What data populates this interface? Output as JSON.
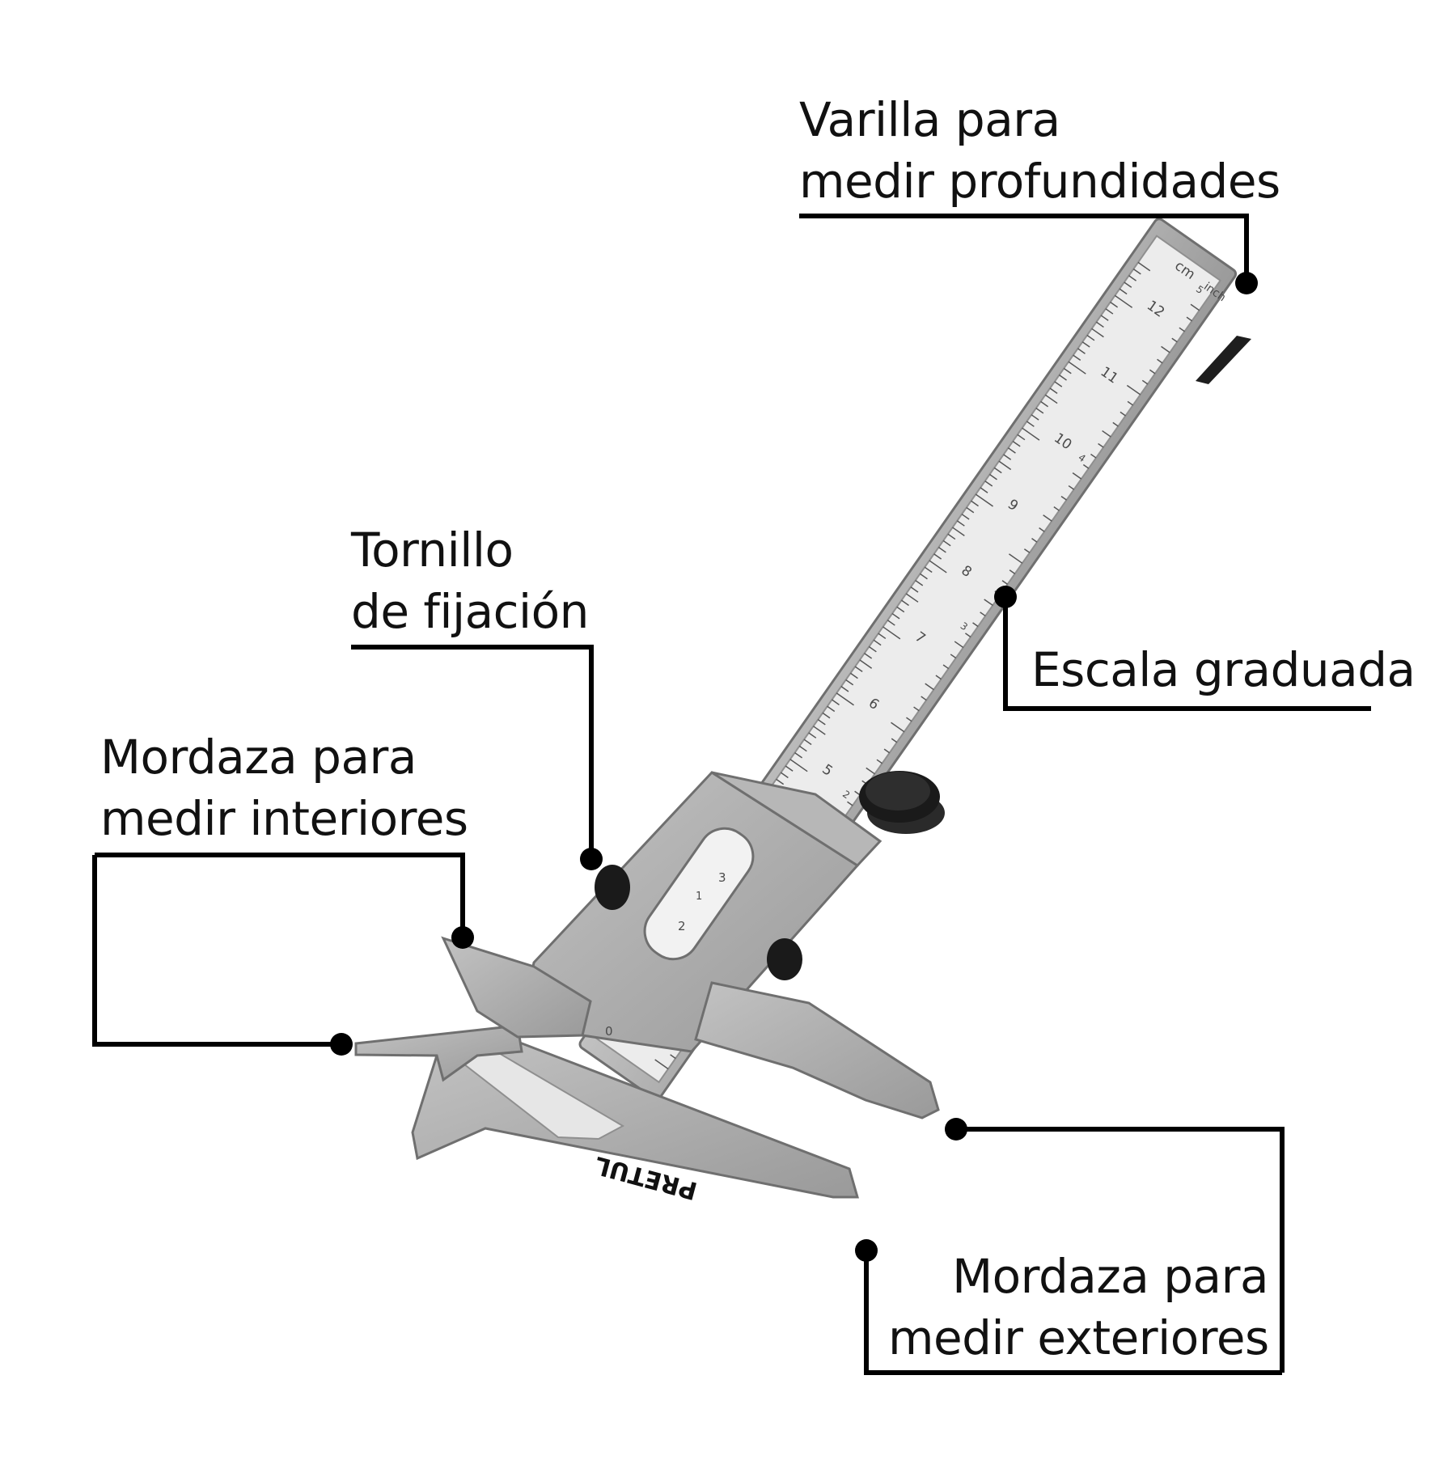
{
  "brand": "PRETUL",
  "labels": {
    "depth_rod": {
      "line1": "Varilla para",
      "line2": "medir profundidades"
    },
    "locking_screw": {
      "line1": "Tornillo",
      "line2": "de fijación"
    },
    "inside_jaws": {
      "line1": "Mordaza para",
      "line2": "medir interiores"
    },
    "scale": {
      "line1": "Escala graduada"
    },
    "outside_jaws": {
      "line1": "Mordaza para",
      "line2": "medir exteriores"
    }
  },
  "scale": {
    "cm_unit": "cm",
    "inch_unit": "inch",
    "cm_numbers": [
      "5",
      "6",
      "7",
      "8",
      "9",
      "10",
      "11",
      "12"
    ],
    "inch_numbers": [
      "2",
      "3",
      "4",
      "5"
    ],
    "vernier_numbers": [
      "0",
      "1",
      "2",
      "3"
    ]
  },
  "colors": {
    "steel": "#a9a9a9",
    "steel_dark": "#7d7d7d",
    "scale_face": "#e9e9e9",
    "leader": "#000000"
  }
}
